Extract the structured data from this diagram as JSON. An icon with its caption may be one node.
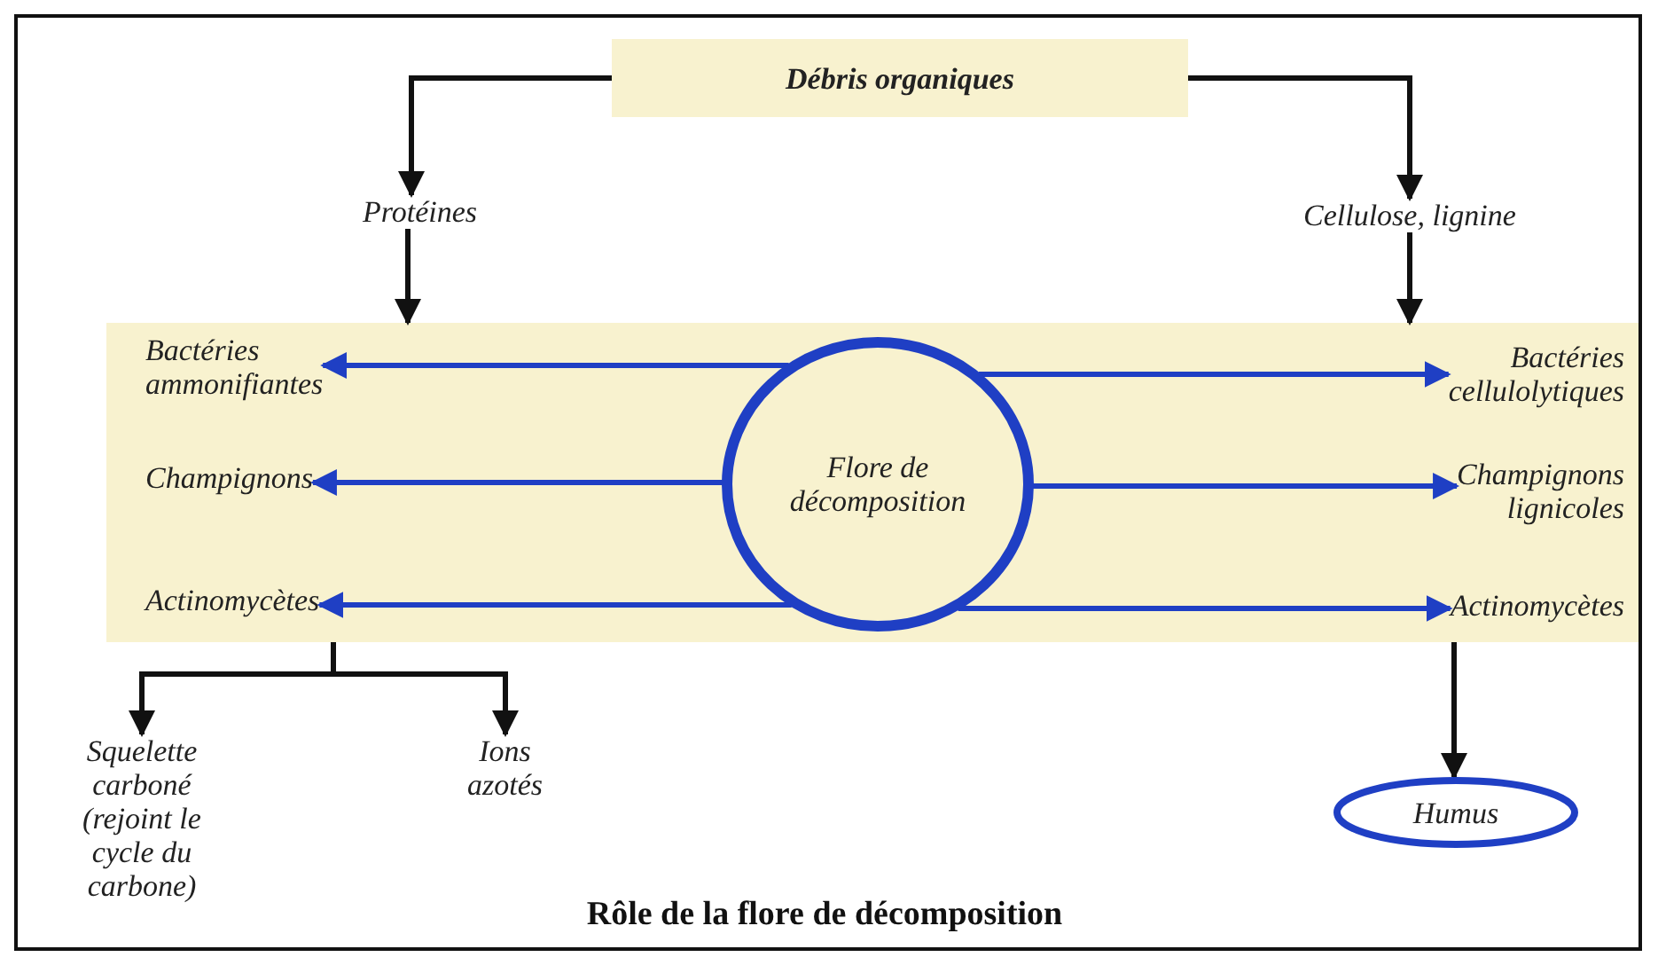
{
  "diagram": {
    "caption": "Rôle de la flore de décomposition",
    "nodes": [
      {
        "text": [
          "Débris organiques"
        ]
      },
      {
        "text": [
          "Protéines"
        ]
      },
      {
        "text": [
          "Cellulose, lignine"
        ]
      },
      {
        "text": [],
        "shape": "band"
      },
      {
        "text": [
          "Bactéries ammonifiantes"
        ],
        "in": 3
      },
      {
        "text": [
          "Champignons"
        ],
        "in": 3
      },
      {
        "text": [
          "Actinomycètes"
        ],
        "in": 3
      },
      {
        "text": [
          "Flore de décomposition"
        ],
        "in": 3
      },
      {
        "text": [
          "Bactéries cellulolytiques"
        ],
        "in": 3
      },
      {
        "text": [
          "Champignons lignicoles"
        ],
        "in": 3
      },
      {
        "text": [
          "Actinomycètes"
        ],
        "in": 3
      },
      {
        "text": [
          "Squelette carboné (rejoint le cycle du carbone)"
        ]
      },
      {
        "text": [
          "Ions azotés"
        ]
      },
      {
        "text": [
          "Humus"
        ]
      }
    ],
    "edges": [
      {
        "from": 0,
        "to": 1,
        "arrow": "to"
      },
      {
        "from": 0,
        "to": 2,
        "arrow": "to"
      },
      {
        "from": 1,
        "to": 3,
        "arrow": "to"
      },
      {
        "from": 2,
        "to": 3,
        "arrow": "to"
      },
      {
        "from": 7,
        "to": 4,
        "arrow": "to",
        "color": "#1f3fc4"
      },
      {
        "from": 7,
        "to": 5,
        "arrow": "to",
        "color": "#1f3fc4"
      },
      {
        "from": 7,
        "to": 6,
        "arrow": "to",
        "color": "#1f3fc4"
      },
      {
        "from": 7,
        "to": 8,
        "arrow": "to",
        "color": "#1f3fc4"
      },
      {
        "from": 7,
        "to": 9,
        "arrow": "to",
        "color": "#1f3fc4"
      },
      {
        "from": 7,
        "to": 10,
        "arrow": "to",
        "color": "#1f3fc4"
      },
      {
        "from": 3,
        "to": 11,
        "arrow": "to"
      },
      {
        "from": 3,
        "to": 12,
        "arrow": "to"
      },
      {
        "from": 3,
        "to": 13,
        "arrow": "to"
      }
    ]
  }
}
